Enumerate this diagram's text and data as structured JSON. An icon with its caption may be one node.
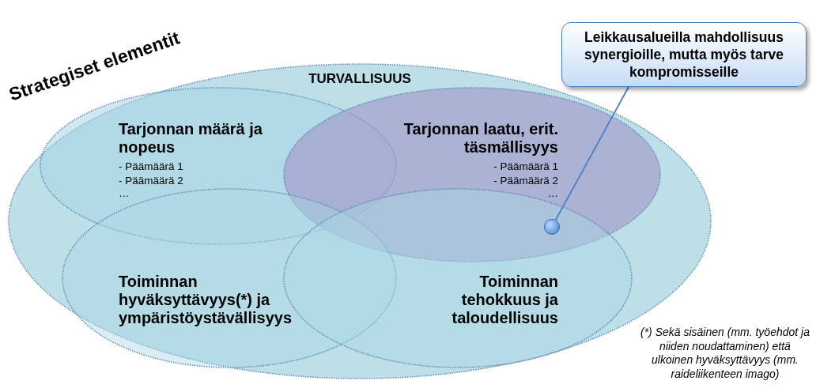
{
  "diagram": {
    "nodes": [
      {
        "text": [
          "TURVALLISUUS"
        ]
      },
      {
        "text": [
          "Tarjonnan määrä ja nopeus",
          "- Päämäärä 1",
          "- Päämäärä 2",
          "…"
        ],
        "in": 0
      },
      {
        "text": [
          "Tarjonnan laatu, erit. täsmällisyys",
          "- Päämäärä 1",
          "- Päämäärä 2",
          "…"
        ],
        "in": 0
      },
      {
        "text": [
          "Toiminnan hyväksyttävyys(*) ja ympäristöystävällisyys"
        ],
        "in": 0
      },
      {
        "text": [
          "Toiminnan tehokkuus ja taloudellisuus"
        ],
        "in": 0
      },
      {
        "text": [
          "Leikkausalueilla mahdollisuus synergioille, mutta myös tarve kompromisseille"
        ]
      },
      {
        "text": [],
        "shape": "circle"
      }
    ],
    "edges": [
      {
        "from": 5,
        "to": 6,
        "arrow": "none"
      }
    ],
    "labels": [
      "Strategiset elementit",
      "(*) Sekä sisäinen (mm. työehdot ja niiden noudattaminen) että ulkoinen hyväksyttävyys (mm. raideliikenteen imago)"
    ]
  }
}
